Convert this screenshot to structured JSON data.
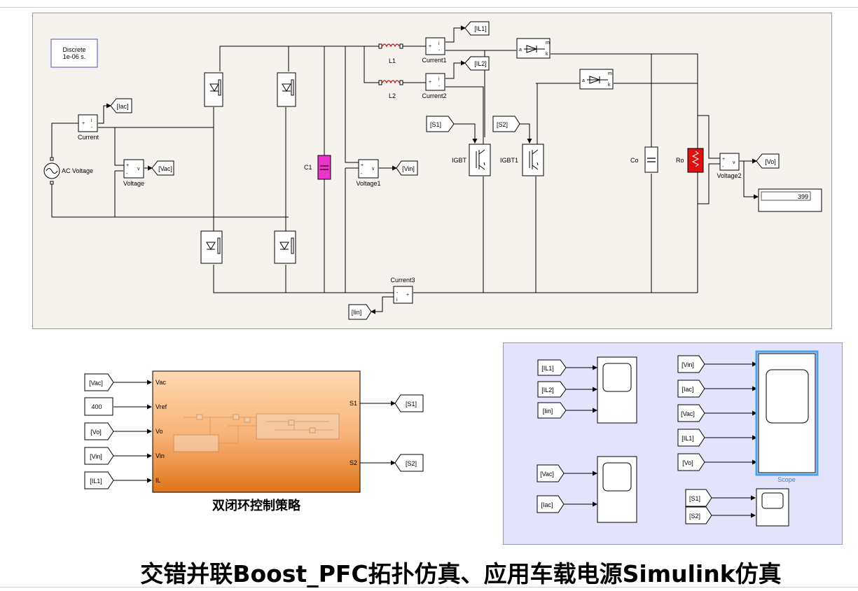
{
  "solver": {
    "line1": "Discrete",
    "line2": "1e-06 s."
  },
  "blocks": {
    "ac_voltage": "AC Voltage",
    "current": "Current",
    "current1": "Current1",
    "current2": "Current2",
    "current3": "Current3",
    "voltage": "Voltage",
    "voltage1": "Voltage1",
    "voltage2": "Voltage2",
    "c1": "C1",
    "co": "Co",
    "ro": "Ro",
    "l1": "L1",
    "l2": "L2",
    "igbt": "IGBT",
    "igbt1": "IGBT1",
    "display_value": "399"
  },
  "tags": {
    "iac": "[Iac]",
    "vac": "[Vac]",
    "vin": "[Vin]",
    "il1": "[IL1]",
    "il2": "[IL2]",
    "vo": "[Vo]",
    "iin": "[Iin]",
    "s1": "[S1]",
    "s2": "[S2]"
  },
  "control": {
    "const_vref": "400",
    "inputs": {
      "vac": "Vac",
      "vref": "Vref",
      "vo": "Vo",
      "vin": "Vin",
      "il": "IL"
    },
    "outputs": {
      "s1": "S1",
      "s2": "S2"
    },
    "caption": "双闭环控制策略"
  },
  "scope_label": "Scope",
  "footer": "交错并联Boost_PFC拓扑仿真、应用车载电源Simulink仿真",
  "colors": {
    "capacitor_c1": "#ee33cc",
    "resistor_ro": "#dd1111",
    "subsystem": "#f0a860",
    "scope_panel": "#e3e3fb"
  }
}
